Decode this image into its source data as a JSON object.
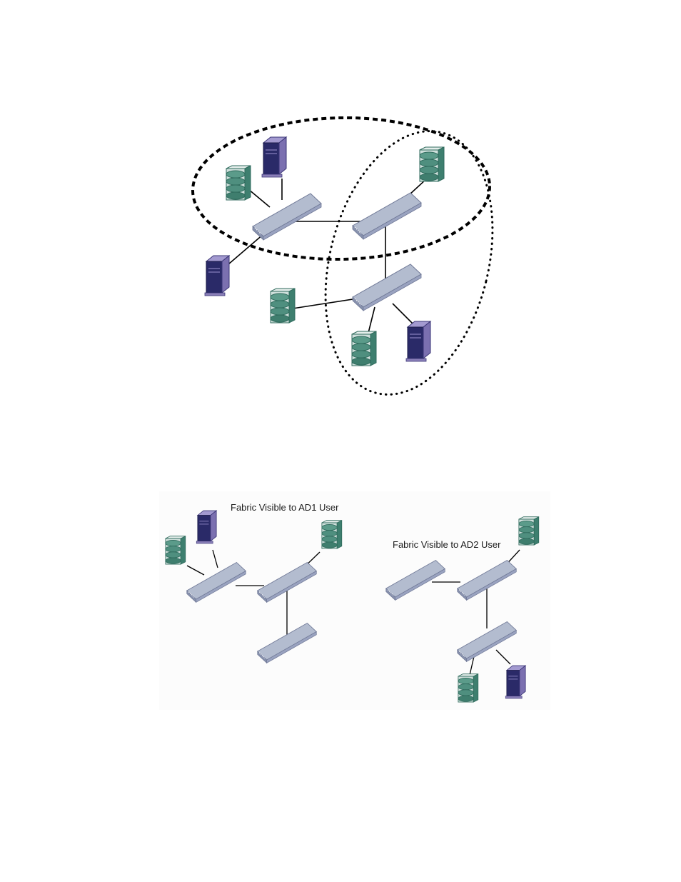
{
  "top_diagram": {
    "zones": [
      {
        "id": "ad1",
        "style": "dashed-bold"
      },
      {
        "id": "ad2",
        "style": "dotted"
      }
    ],
    "device_types": [
      "switch",
      "storage-array",
      "server-host"
    ]
  },
  "bottom_diagram": {
    "ad1_label": "Fabric Visible to AD1 User",
    "ad2_label": "Fabric Visible to AD2 User"
  },
  "colors": {
    "switch_top": "#b3bccf",
    "switch_front": "#8f97b4",
    "storage": "#4f8f7f",
    "storage_light": "#cfe0dc",
    "server_dark": "#2a2a68",
    "server_light": "#8a7fb8",
    "panel_bg": "#fcfcfc"
  }
}
